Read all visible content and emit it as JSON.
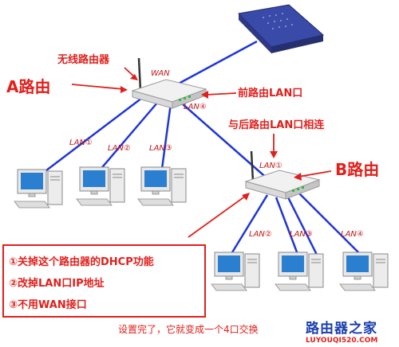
{
  "labels": {
    "wireless_router": "无线路由器",
    "wan": "WAN",
    "router_a": "A路由",
    "front_router_lan": "前路由LAN口",
    "connect_rear_lan": "与后路由LAN口相连",
    "router_b": "B路由",
    "ports_a": [
      "LAN①",
      "LAN②",
      "LAN③",
      "LAN④"
    ],
    "ports_b": [
      "LAN①",
      "LAN②",
      "LAN③",
      "LAN④"
    ]
  },
  "instructions": [
    "①关掉这个路由器的DHCP功能",
    "②改掉LAN口IP地址",
    "③不用WAN接口"
  ],
  "footer_note": "设置完了，它就变成一个4口交换",
  "watermark": {
    "name": "路由器之家",
    "url": "LUYOUQI520.COM"
  },
  "colors": {
    "cable": "#1f36d8",
    "annotation_red": "#e0201c",
    "brand_blue": "#1a3fae"
  }
}
